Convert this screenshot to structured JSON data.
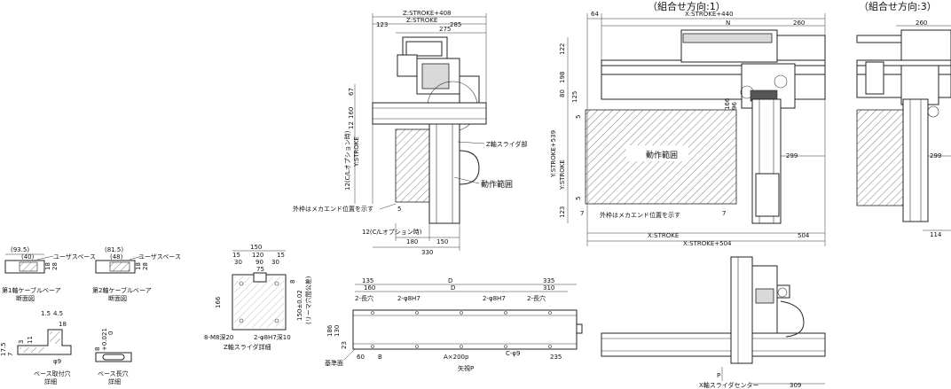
{
  "combo_labels": {
    "dir1": "（組合せ方向:1）",
    "dir3": "（組合せ方向:3）"
  },
  "front_view": {
    "z_stroke_408": "Z:STROKE+408",
    "z_stroke": "Z:STROKE",
    "d123": "123",
    "d285": "285",
    "d275": "275",
    "d67": "67",
    "d160": "160",
    "d125": "12",
    "y_stroke": "Y:STROKE",
    "cl_option_v": "12(C/Lオプション時)",
    "z_slider": "Z軸スライダ部",
    "motion_range": "動作範囲",
    "outer_frame": "外枠はメカエンド位置を示す",
    "d5": "5",
    "cl_option_h": "12(C/Lオプション時)",
    "d180": "180",
    "d150": "150",
    "d330": "330"
  },
  "top_view": {
    "x_stroke_440": "X:STROKE+440",
    "d64": "64",
    "n": "N",
    "d260": "260",
    "d122": "122",
    "d198": "198",
    "d80": "80",
    "d125": "125",
    "d5a": "5",
    "d166": "166",
    "d96": "96",
    "y_stroke_539": "Y:STROKE+539",
    "y_stroke": "Y:STROKE",
    "motion_range": "動作範囲",
    "d299": "299",
    "d5b": "5",
    "d123": "123",
    "d7a": "7",
    "outer_frame": "外枠はメカエンド位置を示す",
    "d7b": "7",
    "x_stroke": "X:STROKE",
    "d504": "504",
    "x_stroke_504": "X:STROKE+504"
  },
  "right_view": {
    "d260": "260",
    "d299": "299",
    "d114": "114"
  },
  "cable": {
    "d935": "(93.5)",
    "d40": "(40)",
    "d18": "18",
    "d28": "28",
    "user_space": "ユーザスペース",
    "first_axis": "第1軸ケーブルベーア",
    "section": "断面図",
    "d815": "(81.5)",
    "d48": "(48)",
    "d18b": "18",
    "d28b": "28",
    "user_space2": "ユーザスペース",
    "second_axis": "第2軸ケーブルベーア",
    "section2": "断面図"
  },
  "base_detail": {
    "d15": "1.5",
    "d45": "4.5",
    "d18": "18",
    "d3": "3",
    "d11": "11",
    "d175": "17.5",
    "d7": "7",
    "d9": "φ9",
    "title": "ベース取付穴",
    "detail": "詳細"
  },
  "slot_detail": {
    "d8": "8",
    "d0021": "+0.021",
    "d0": "0",
    "title": "ベース長穴",
    "detail": "詳細"
  },
  "z_slider_detail": {
    "d150": "150",
    "d15a": "15",
    "d120": "120",
    "d15b": "15",
    "d30": "30",
    "d90": "90",
    "d30b": "30",
    "d75": "75",
    "d166": "166",
    "d8": "8",
    "d150tol": "150±0.02",
    "note": "(リーマ穴間公差)",
    "m8": "8-M8深20",
    "pin": "2-φ8H7深10",
    "title": "Z軸スライダ詳細"
  },
  "base_view": {
    "d135": "135",
    "d_top": "D",
    "d335": "335",
    "d160": "160",
    "d_mid": "D",
    "d310": "310",
    "long_hole_l": "2-長穴",
    "pin_l": "2-φ8H7",
    "pin_r": "2-φ8H7",
    "long_hole_r": "2-長穴",
    "d186": "186",
    "d130": "130",
    "d23": "23",
    "ref": "基準面",
    "d60": "60",
    "b": "B",
    "axp": "A×200p",
    "c9": "C-φ9",
    "d235": "235",
    "view": "矢視P"
  },
  "side_view": {
    "p": "P",
    "x_center": "X軸スライダセンター",
    "d309": "309"
  }
}
